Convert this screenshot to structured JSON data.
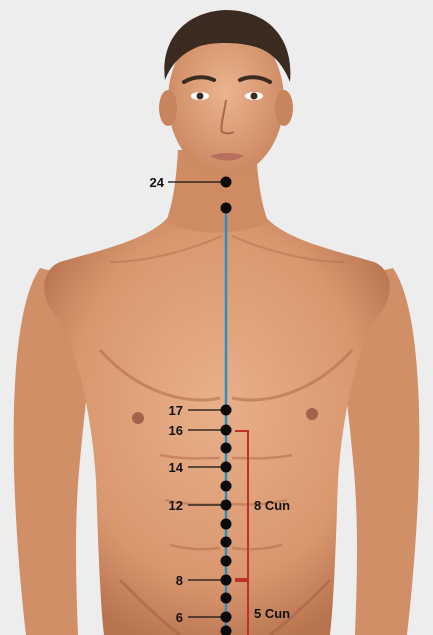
{
  "figure": {
    "colors": {
      "background": "#ededee",
      "skin": "#e0a27c",
      "skin_shadow": "#b8734f",
      "hair": "#3a2a20",
      "meridian_line": "#2a8fc4",
      "point": "#0a0a0a",
      "bracket": "#c0302a",
      "leader": "#111111"
    }
  },
  "points": {
    "p24": {
      "label": "24"
    },
    "p17": {
      "label": "17"
    },
    "p16": {
      "label": "16"
    },
    "p14": {
      "label": "14"
    },
    "p12": {
      "label": "12"
    },
    "p8": {
      "label": "8"
    },
    "p6": {
      "label": "6"
    }
  },
  "measurements": {
    "upper": {
      "label": "8 Cun"
    },
    "lower": {
      "label": "5 Cun"
    }
  }
}
